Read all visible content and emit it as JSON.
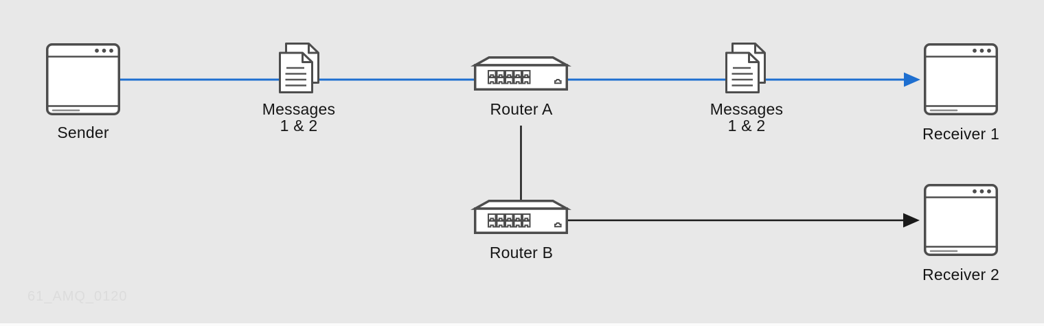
{
  "colors": {
    "background": "#e8e8e8",
    "accent_blue": "#1e6fd0",
    "line_black": "#1a1a1a",
    "icon_stroke": "#4d4d4d",
    "label_text": "#151515",
    "watermark_color": "#dcdcdc"
  },
  "nodes": {
    "sender": {
      "label": "Sender",
      "icon": "application-window-icon"
    },
    "messages_left": {
      "line1": "Messages",
      "line2": "1 & 2",
      "icon": "documents-stack-icon"
    },
    "router_a": {
      "label": "Router A",
      "icon": "router-switch-icon"
    },
    "messages_right": {
      "line1": "Messages",
      "line2": "1 & 2",
      "icon": "documents-stack-icon"
    },
    "receiver_1": {
      "label": "Receiver 1",
      "icon": "application-window-icon"
    },
    "router_b": {
      "label": "Router B",
      "icon": "router-switch-icon"
    },
    "receiver_2": {
      "label": "Receiver 2",
      "icon": "application-window-icon"
    }
  },
  "connections": [
    {
      "from": "Sender",
      "to": "Receiver 1",
      "via": "Router A",
      "style": "blue-arrow"
    },
    {
      "from": "Router A",
      "to": "Router B",
      "style": "black-line"
    },
    {
      "from": "Router B",
      "to": "Receiver 2",
      "style": "black-arrow"
    }
  ],
  "watermark": "61_AMQ_0120"
}
